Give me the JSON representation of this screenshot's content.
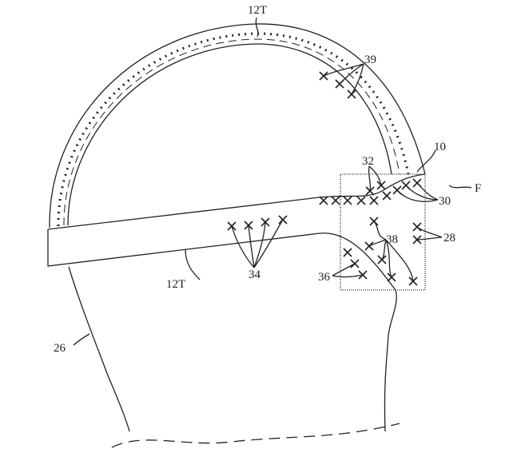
{
  "labels": {
    "strap_top": "12T",
    "sensors_top": "39",
    "device": "10",
    "face_direction": "F",
    "sensor_32": "32",
    "sensor_30": "30",
    "sensor_28": "28",
    "sensor_38": "38",
    "sensor_34": "34",
    "sensor_36": "36",
    "strap_side": "12T",
    "head": "26"
  }
}
